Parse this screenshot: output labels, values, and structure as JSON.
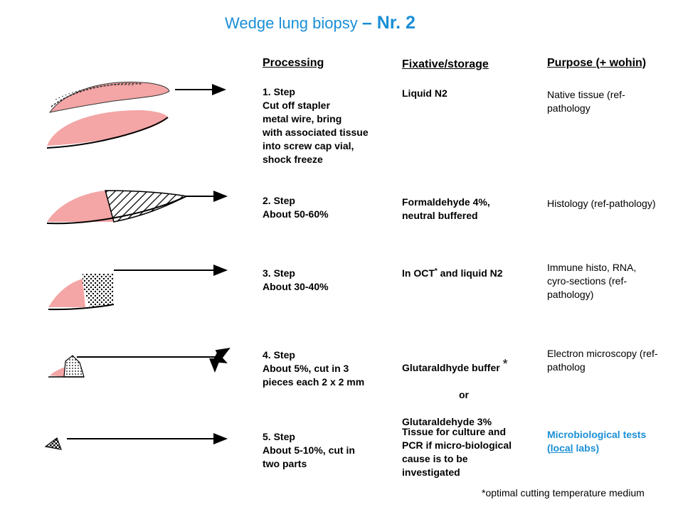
{
  "title": {
    "part1": "Wedge lung biopsy",
    "part2": "– Nr. 2"
  },
  "headers": {
    "processing": "Processing",
    "fixative": "Fixative/storage",
    "purpose": "Purpose (+ wohin)"
  },
  "rows": [
    {
      "processing": "1. Step\nCut off stapler\nmetal wire, bring\nwith associated tissue\ninto screw cap vial,\nshock freeze",
      "fixative": "Liquid N2",
      "purpose": "Native tissue (ref-\npathology"
    },
    {
      "processing": "2. Step\nAbout 50-60%",
      "fixative": "Formaldehyde 4%,\nneutral buffered",
      "purpose": "Histology (ref-pathology)"
    },
    {
      "processing": "3. Step\nAbout 30-40%",
      "fixative_pre": "In OCT",
      "fixative_star": "*",
      "fixative_post": " and liquid N2",
      "purpose": "Immune histo, RNA,\ncyro-sections (ref-\npathology)"
    },
    {
      "processing": "4. Step\nAbout 5%, cut in 3\npieces each 2 x 2 mm",
      "fixative_line1": "Glutaraldhyde buffer",
      "fixative_star": "*",
      "fixative_line2": "or",
      "fixative_line3": "Glutaraldehyde 3%",
      "purpose": "Electron microscopy (ref-\npatholog"
    },
    {
      "processing": "5. Step\nAbout 5-10%, cut in\ntwo parts",
      "fixative": "Tissue for culture and\nPCR if micro-biological\ncause is to be\ninvestigated",
      "purpose_line1": "Microbiological tests",
      "purpose_local": "local",
      "purpose_rest": " labs)",
      "purpose_open": "("
    }
  ],
  "footnote": "*optimal cutting temperature medium",
  "colors": {
    "accent": "#1a8fd6",
    "tissue": "#f4a5a5"
  }
}
